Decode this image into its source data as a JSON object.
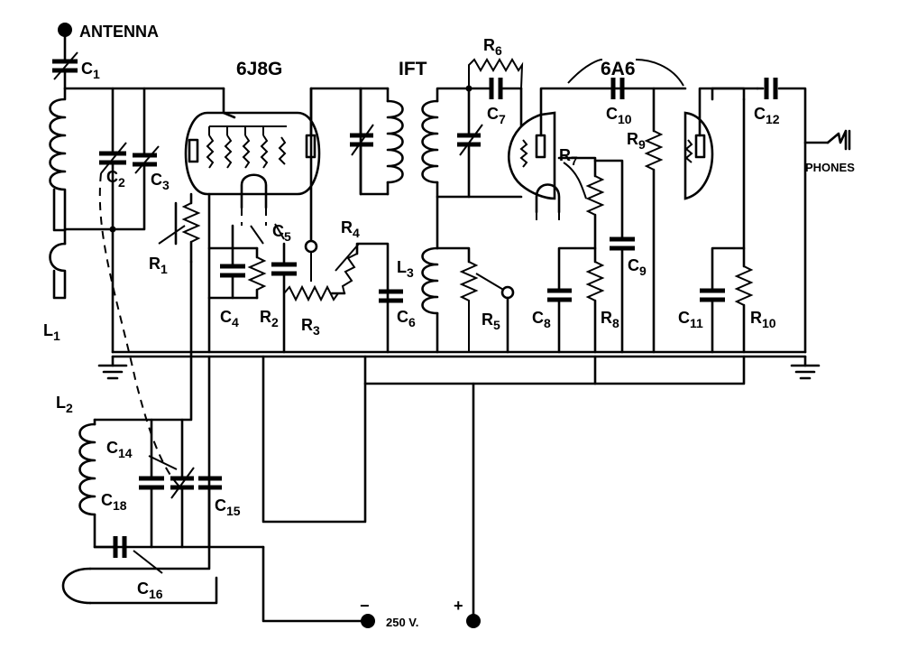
{
  "labels": {
    "antenna": "ANTENNA",
    "tube1": "6J8G",
    "ift": "IFT",
    "tube2": "6A6",
    "phones": "PHONES",
    "supply": "250 V.",
    "minus": "−",
    "plus": "+",
    "C1": "C",
    "C1s": "1",
    "C2": "C",
    "C2s": "2",
    "C3": "C",
    "C3s": "3",
    "C4": "C",
    "C4s": "4",
    "C5": "C",
    "C5s": "5",
    "C6": "C",
    "C6s": "6",
    "C7": "C",
    "C7s": "7",
    "C8": "C",
    "C8s": "8",
    "C9": "C",
    "C9s": "9",
    "C10": "C",
    "C10s": "10",
    "C11": "C",
    "C11s": "11",
    "C12": "C",
    "C12s": "12",
    "C14": "C",
    "C14s": "14",
    "C15": "C",
    "C15s": "15",
    "C16": "C",
    "C16s": "16",
    "C18": "C",
    "C18s": "18",
    "R1": "R",
    "R1s": "1",
    "R2": "R",
    "R2s": "2",
    "R3": "R",
    "R3s": "3",
    "R4": "R",
    "R4s": "4",
    "R5": "R",
    "R5s": "5",
    "R6": "R",
    "R6s": "6",
    "R7": "R",
    "R7s": "7",
    "R8": "R",
    "R8s": "8",
    "R9": "R",
    "R9s": "9",
    "R10": "R",
    "R10s": "10",
    "L1": "L",
    "L1s": "1",
    "L2": "L",
    "L2s": "2",
    "L3": "L",
    "L3s": "3"
  },
  "colors": {
    "ink": "#000000",
    "paper": "#ffffff"
  }
}
